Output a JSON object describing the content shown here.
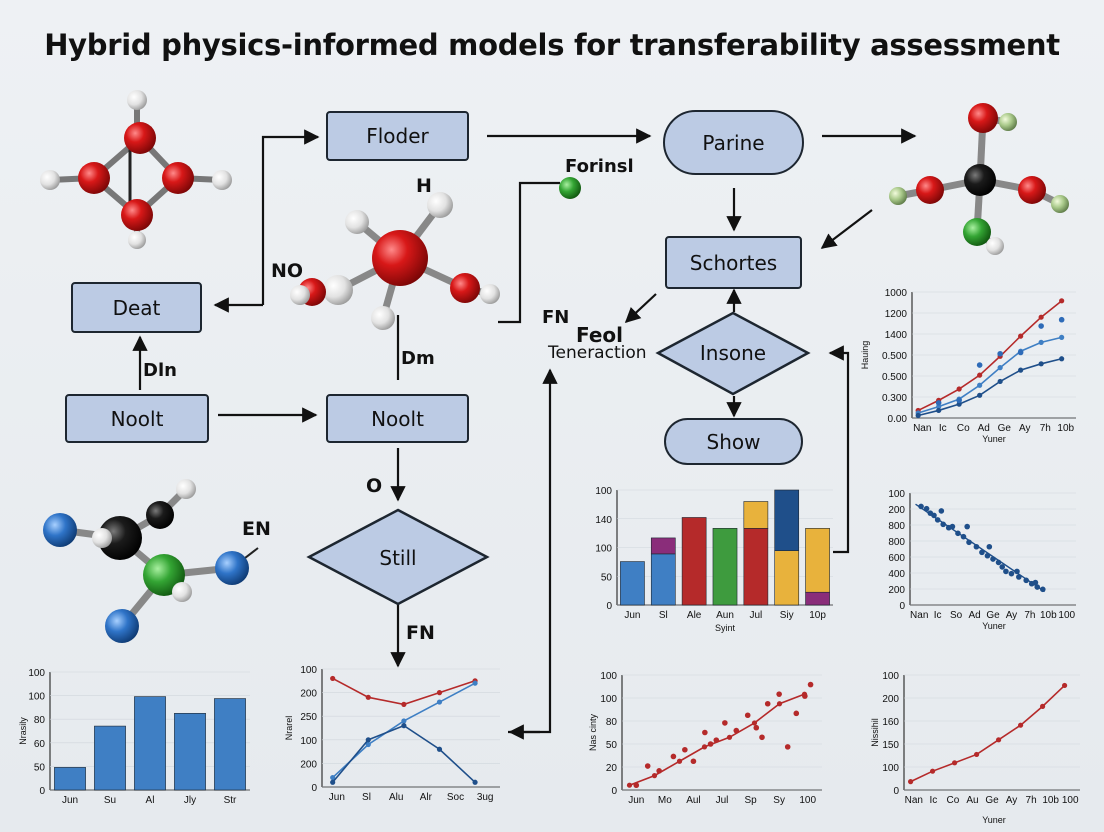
{
  "title": "Hybrid physics-informed models for transferability assessment",
  "nodes": {
    "floder": "Floder",
    "parine": "Parine",
    "deat": "Deat",
    "noolt_left": "Noolt",
    "noolt_mid": "Noolt",
    "schortes": "Schortes",
    "insone": "Insone",
    "show": "Show",
    "still": "Still"
  },
  "labels": {
    "forinsl": "Forinsl",
    "h": "H",
    "no": "NO",
    "din": "Dln",
    "dm": "Dm",
    "o": "O",
    "en": "EN",
    "fn_top": "FN",
    "feol": "Feol",
    "teneraction": "Teneraction",
    "fn_bottom": "FN"
  },
  "colors": {
    "node_fill": "#bccbe4",
    "node_border": "#1d2630",
    "atom_red": "#c81414",
    "atom_green": "#2e9a2e",
    "atom_blue": "#2f6fc2",
    "atom_black": "#141414",
    "atom_white": "#e4e4e4",
    "series_red": "#b52a2a",
    "series_blue": "#2e6bb8",
    "series_navy": "#1f4f8a"
  },
  "chart_data": [
    {
      "type": "line",
      "id": "top-right-line",
      "x": [
        "Nan",
        "Ic",
        "Co",
        "Ad",
        "Ge",
        "Ay",
        "7h",
        "10b"
      ],
      "yticks": [
        "1000",
        "1200",
        "1400",
        "0.500",
        "0.500",
        "0.300",
        "0.00"
      ],
      "ylabel": "Hauing",
      "xlabel": "Yuner",
      "ylim": [
        0,
        1000
      ],
      "series": [
        {
          "color": "#b52a2a",
          "values": [
            60,
            140,
            230,
            340,
            490,
            650,
            800,
            930
          ]
        },
        {
          "color": "#3f7fc4",
          "values": [
            40,
            90,
            150,
            260,
            400,
            530,
            600,
            640
          ]
        },
        {
          "color": "#1f4f8a",
          "values": [
            20,
            60,
            110,
            180,
            290,
            380,
            430,
            470
          ]
        }
      ],
      "points": [
        [
          1,
          120
        ],
        [
          3,
          420
        ],
        [
          4,
          510
        ],
        [
          5,
          520
        ],
        [
          6,
          730
        ],
        [
          7,
          780
        ],
        [
          2,
          140
        ]
      ]
    },
    {
      "type": "scatter",
      "id": "mid-right-scatter",
      "x": [
        "Nan",
        "Ic",
        "So",
        "Ad",
        "Ge",
        "Ay",
        "7h",
        "10b",
        "100"
      ],
      "yticks": [
        "100",
        "200",
        "800",
        "800",
        "600",
        "400",
        "200",
        "0"
      ],
      "xlabel": "Yuner",
      "ylim": [
        0,
        1000
      ],
      "points": [
        [
          0.3,
          880
        ],
        [
          0.6,
          860
        ],
        [
          0.8,
          820
        ],
        [
          1.0,
          800
        ],
        [
          1.2,
          760
        ],
        [
          1.5,
          720
        ],
        [
          1.8,
          690
        ],
        [
          2.0,
          700
        ],
        [
          2.3,
          640
        ],
        [
          2.6,
          610
        ],
        [
          2.9,
          560
        ],
        [
          3.3,
          520
        ],
        [
          3.6,
          470
        ],
        [
          3.9,
          440
        ],
        [
          4.2,
          410
        ],
        [
          4.5,
          380
        ],
        [
          4.7,
          340
        ],
        [
          4.9,
          300
        ],
        [
          5.2,
          280
        ],
        [
          5.6,
          250
        ],
        [
          6.0,
          220
        ],
        [
          6.3,
          190
        ],
        [
          6.6,
          160
        ],
        [
          6.9,
          140
        ],
        [
          1.4,
          840
        ],
        [
          2.8,
          700
        ],
        [
          4.0,
          520
        ],
        [
          5.5,
          300
        ],
        [
          6.5,
          200
        ]
      ],
      "trend": [
        [
          0,
          900
        ],
        [
          7,
          120
        ]
      ]
    },
    {
      "type": "bar",
      "id": "center-stacked-bar",
      "categories": [
        "Jun",
        "Sl",
        "Ale",
        "Aun",
        "Jul",
        "Siy",
        "10p"
      ],
      "yticks": [
        "100",
        "140",
        "100",
        "50",
        "0"
      ],
      "xlabel": "Syint",
      "ylim": [
        0,
        180
      ],
      "series": [
        {
          "color": "#3f7fc4",
          "values": [
            68,
            80,
            0,
            0,
            0,
            0,
            0
          ]
        },
        {
          "color": "#b52a2a",
          "values": [
            0,
            0,
            137,
            0,
            120,
            0,
            0
          ]
        },
        {
          "color": "#8a2d7a",
          "values": [
            0,
            25,
            0,
            0,
            0,
            0,
            20
          ]
        },
        {
          "color": "#3e9b3e",
          "values": [
            0,
            0,
            0,
            120,
            0,
            0,
            0
          ]
        },
        {
          "color": "#e8b23c",
          "values": [
            0,
            0,
            0,
            0,
            42,
            85,
            100
          ]
        },
        {
          "color": "#1f4f8a",
          "values": [
            0,
            0,
            0,
            0,
            0,
            95,
            0
          ]
        }
      ]
    },
    {
      "type": "bar",
      "id": "bottom-left-bar",
      "categories": [
        "Jun",
        "Su",
        "Al",
        "Jly",
        "Str"
      ],
      "yticks": [
        "100",
        "100",
        "80",
        "60",
        "50",
        "0"
      ],
      "ylabel": "Nrasily",
      "ylim": [
        0,
        120
      ],
      "series": [
        {
          "color": "#3f7fc4",
          "values": [
            23,
            65,
            95,
            78,
            93
          ]
        }
      ]
    },
    {
      "type": "line",
      "id": "bottom-center-line",
      "x": [
        "Jun",
        "Sl",
        "Alu",
        "Alr",
        "Soc",
        "3ug"
      ],
      "yticks": [
        "100",
        "200",
        "250",
        "100",
        "200",
        "0"
      ],
      "ylabel": "Nrarel",
      "ylim": [
        0,
        250
      ],
      "series": [
        {
          "color": "#b52a2a",
          "values": [
            230,
            190,
            175,
            200,
            225
          ]
        },
        {
          "color": "#3e7fc4",
          "values": [
            20,
            90,
            140,
            180,
            220
          ]
        },
        {
          "color": "#1f4f8a",
          "values": [
            10,
            100,
            130,
            80,
            10
          ]
        }
      ]
    },
    {
      "type": "scatter",
      "id": "bottom-mid-scatter",
      "x": [
        "Jun",
        "Mo",
        "Aul",
        "Jul",
        "Sp",
        "Sy",
        "100"
      ],
      "yticks": [
        "100",
        "100",
        "80",
        "50",
        "20",
        "0"
      ],
      "ylabel": "Nas cinty",
      "ylim": [
        0,
        120
      ],
      "series": [
        {
          "color": "#b52a2a",
          "values": [
            5,
            15,
            30,
            45,
            55,
            70,
            90,
            100
          ]
        }
      ],
      "points": [
        [
          0.2,
          5
        ],
        [
          0.6,
          25
        ],
        [
          1.0,
          20
        ],
        [
          1.5,
          35
        ],
        [
          1.9,
          42
        ],
        [
          2.2,
          30
        ],
        [
          2.6,
          60
        ],
        [
          3.0,
          52
        ],
        [
          3.3,
          70
        ],
        [
          3.7,
          62
        ],
        [
          4.1,
          78
        ],
        [
          4.4,
          65
        ],
        [
          4.8,
          90
        ],
        [
          5.2,
          100
        ],
        [
          5.5,
          45
        ],
        [
          5.8,
          80
        ],
        [
          6.1,
          98
        ],
        [
          6.3,
          110
        ],
        [
          2.8,
          48
        ],
        [
          4.6,
          55
        ]
      ]
    },
    {
      "type": "scatter",
      "id": "bottom-right-scatter",
      "x": [
        "Nan",
        "Ic",
        "Co",
        "Au",
        "Ge",
        "Ay",
        "7h",
        "10b",
        "100"
      ],
      "yticks": [
        "100",
        "200",
        "160",
        "150",
        "100",
        "0"
      ],
      "ylabel": "Nissihil",
      "xlabel": "Yuner",
      "ylim": [
        0,
        110
      ],
      "series": [
        {
          "color": "#b52a2a",
          "values": [
            8,
            18,
            26,
            34,
            48,
            62,
            80,
            100
          ]
        }
      ]
    }
  ]
}
